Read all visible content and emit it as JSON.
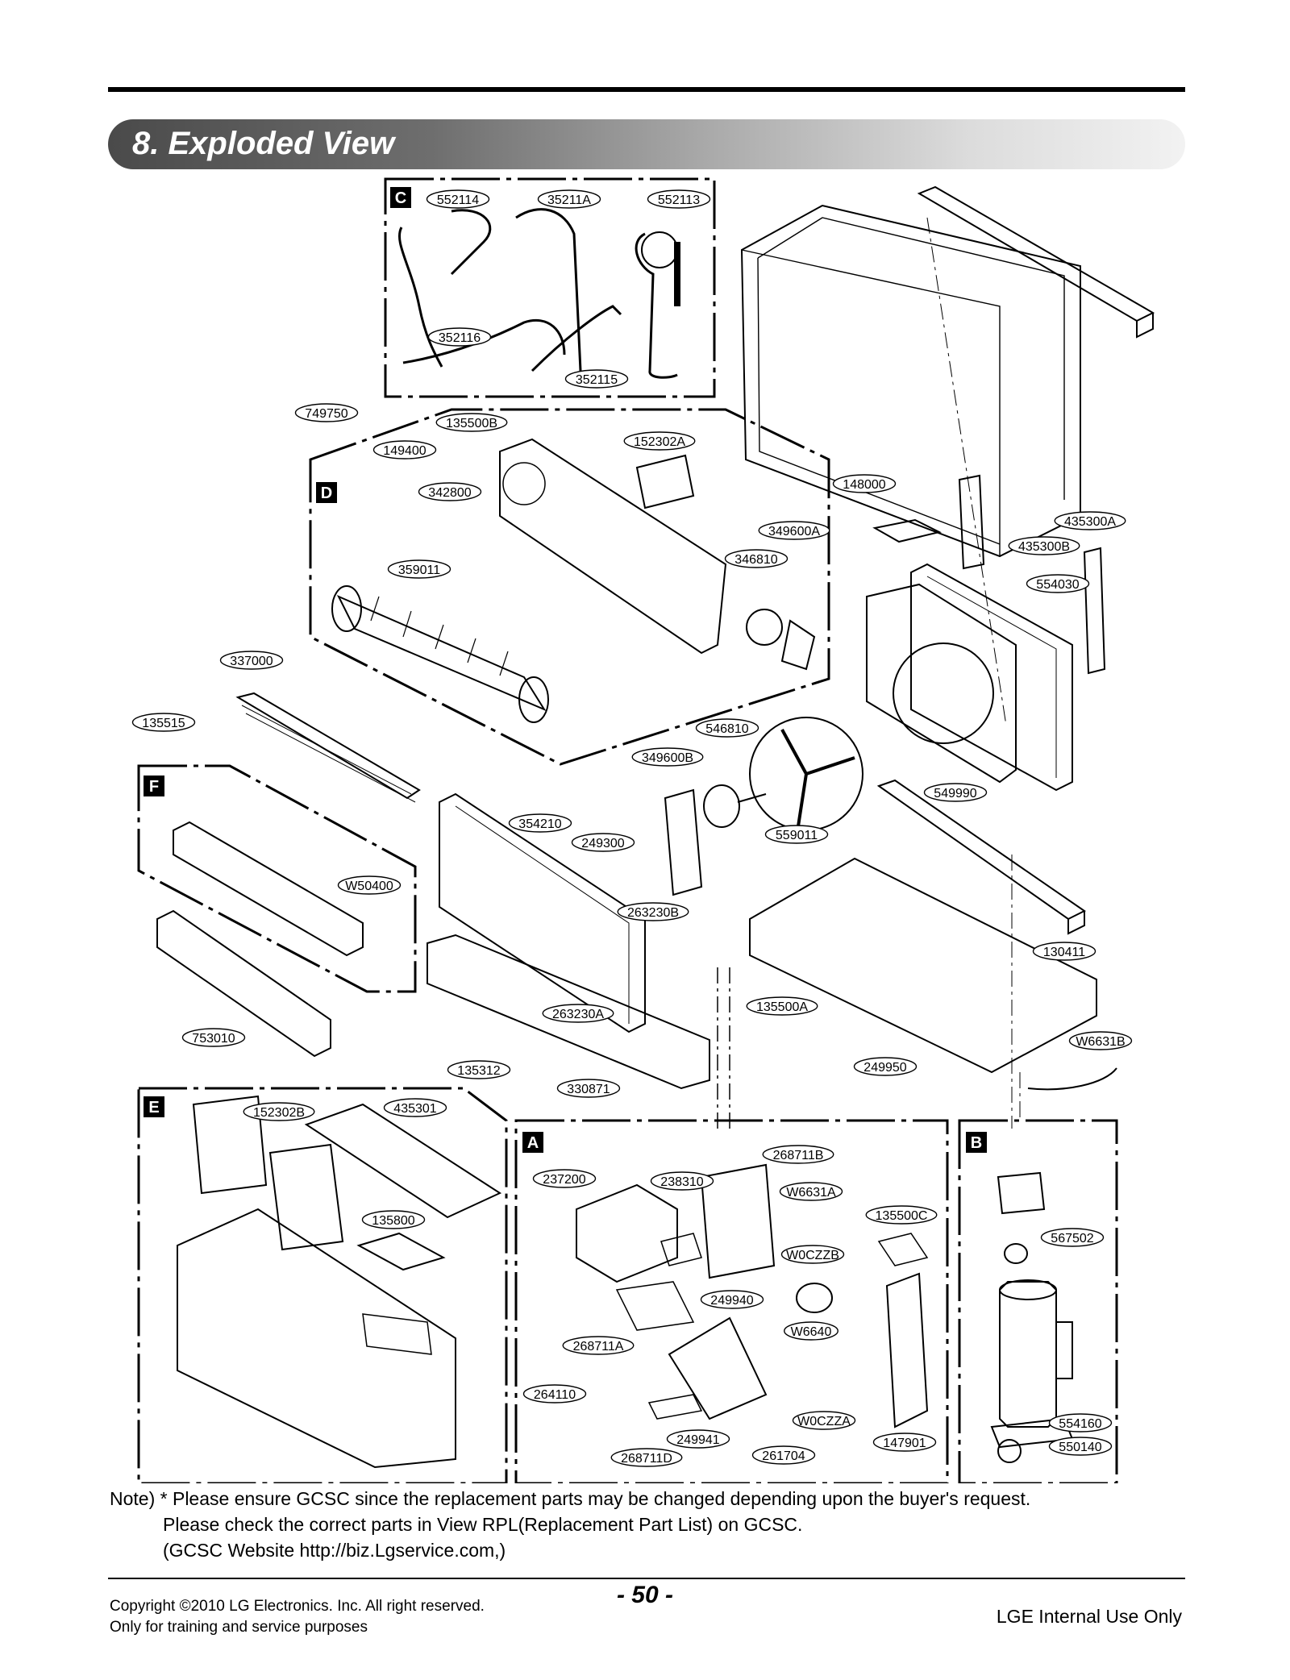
{
  "section_title": "8. Exploded View",
  "section_letters": [
    "C",
    "D",
    "F",
    "E",
    "A",
    "B"
  ],
  "part_labels": {
    "C": [
      "552114",
      "35211A",
      "552113",
      "352116",
      "352115"
    ],
    "D": [
      "749750",
      "135500B",
      "149400",
      "152302A",
      "342800",
      "148000",
      "349600A",
      "346810",
      "359011"
    ],
    "main": [
      "435300A",
      "435300B",
      "554030",
      "337000",
      "135515",
      "546810",
      "349600B",
      "549990",
      "354210",
      "249300",
      "559011",
      "263230B",
      "130411",
      "263230A",
      "135500A",
      "W6631B",
      "135312",
      "249950",
      "330871",
      "W50400",
      "753010"
    ],
    "E": [
      "152302B",
      "435301",
      "135800"
    ],
    "A": [
      "268711B",
      "237200",
      "238310",
      "W6631A",
      "135500C",
      "W0CZZB",
      "249940",
      "268711A",
      "W6640",
      "264110",
      "W0CZZA",
      "249941",
      "261704",
      "268711D",
      "147901"
    ],
    "B": [
      "567502",
      "554160",
      "550140"
    ]
  },
  "note": {
    "line1": "Note) * Please ensure GCSC since the replacement parts may be changed depending upon the buyer's request.",
    "line2": "Please check  the correct parts in View RPL(Replacement Part List) on GCSC.",
    "line3": "(GCSC Website  http://biz.Lgservice.com,)"
  },
  "footer": {
    "copyright": "Copyright ©2010 LG Electronics. Inc. All right reserved.",
    "training": "Only for training and service purposes",
    "page": "- 50 -",
    "internal": "LGE Internal Use Only"
  }
}
